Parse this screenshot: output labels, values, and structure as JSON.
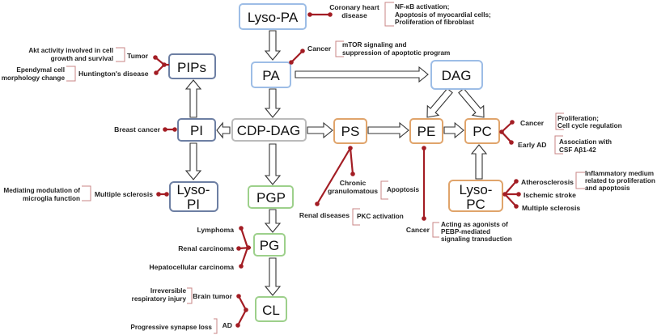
{
  "colors": {
    "lipid_blue": "#9dbde6",
    "lipid_slate": "#6d7fa3",
    "lipid_gray": "#bbbbbb",
    "lipid_orange": "#e0a46b",
    "lipid_green": "#9dd08b",
    "disease_link": "#a31d24",
    "bracket": "#c98585"
  },
  "nodes": {
    "lyso_pa": "Lyso-PA",
    "pa": "PA",
    "dag": "DAG",
    "pips": "PIPs",
    "pi": "PI",
    "cdp_dag": "CDP-DAG",
    "ps": "PS",
    "pe": "PE",
    "pc": "PC",
    "lyso_pi": [
      "Lyso-",
      "PI"
    ],
    "pgp": "PGP",
    "pg": "PG",
    "cl": "CL",
    "lyso_pc": [
      "Lyso-",
      "PC"
    ]
  },
  "lyso_pa": {
    "disease": [
      "Coronary heart",
      "disease"
    ],
    "notes": [
      "NF-κB activation;",
      "Apoptosis of myocardial cells;",
      "Proliferation of fibroblast"
    ]
  },
  "pa": {
    "disease": "Cancer",
    "notes": [
      "mTOR signaling and",
      "suppression of apoptotic program"
    ]
  },
  "pips": {
    "tumor": "Tumor",
    "tumor_notes": [
      "Akt activity involved in cell",
      "growth and survival"
    ],
    "huntington": "Huntington's disease",
    "huntington_notes": [
      "Ependymal cell",
      "morphology change"
    ]
  },
  "pi": {
    "disease": "Breast cancer"
  },
  "lyso_pi": {
    "disease": "Multiple sclerosis",
    "notes": [
      "Mediating modulation of",
      "microglia function"
    ]
  },
  "pg": {
    "diseases": [
      "Lymphoma",
      "Renal carcinoma",
      "Hepatocellular carcinoma"
    ]
  },
  "cl": {
    "brain_tumor": "Brain tumor",
    "brain_tumor_notes": [
      "Irreversible",
      "respiratory injury"
    ],
    "ad": "AD",
    "ad_note": "Progressive synapse loss"
  },
  "ps": {
    "cgd": [
      "Chronic",
      "granulomatous"
    ],
    "cgd_note": "Apoptosis",
    "renal": "Renal diseases",
    "renal_note": "PKC activation"
  },
  "pe": {
    "disease": "Cancer",
    "notes": [
      "Acting as agonists of",
      "PEBP-mediated",
      "signaling transduction"
    ]
  },
  "pc": {
    "cancer": "Cancer",
    "cancer_notes": [
      "Proliferation;",
      "Cell cycle regulation"
    ],
    "early_ad": "Early AD",
    "early_ad_notes": [
      "Association with",
      "CSF Aβ1-42"
    ]
  },
  "lyso_pc": {
    "athero": "Atherosclerosis",
    "athero_notes": [
      "Inflammatory medium",
      "related to proliferation",
      "and apoptosis"
    ],
    "stroke": "Ischemic stroke",
    "ms": "Multiple sclerosis"
  }
}
